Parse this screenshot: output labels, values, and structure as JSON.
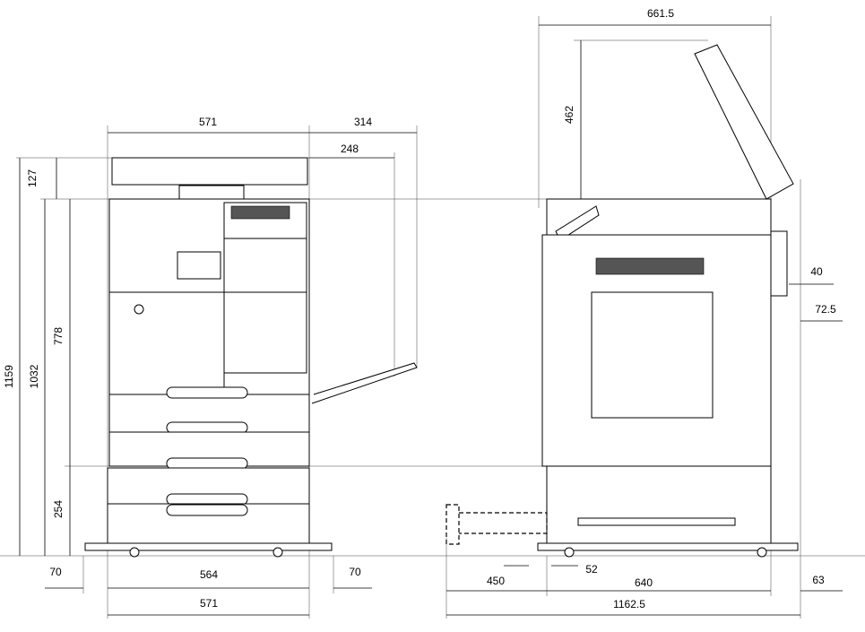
{
  "title": "Copier external dimensions (mm)",
  "dimensions": {
    "side_total_depth_top": "661.5",
    "front_width_top": "571",
    "tray_extension_full": "314",
    "tray_extension_inner": "248",
    "adf_height": "127",
    "lid_open_height": "462",
    "total_height": "1159",
    "height_without_adf": "1032",
    "main_unit_height": "778",
    "lower_cabinet_height": "254",
    "side_protrusion": "40",
    "side_right_offset": "72.5",
    "left_foot_offset": "70",
    "base_width": "564",
    "right_foot_offset": "70",
    "front_width_bottom": "571",
    "drawer_extension": "450",
    "front_offset": "52",
    "side_depth": "640",
    "rear_offset": "63",
    "total_depth": "1162.5"
  }
}
